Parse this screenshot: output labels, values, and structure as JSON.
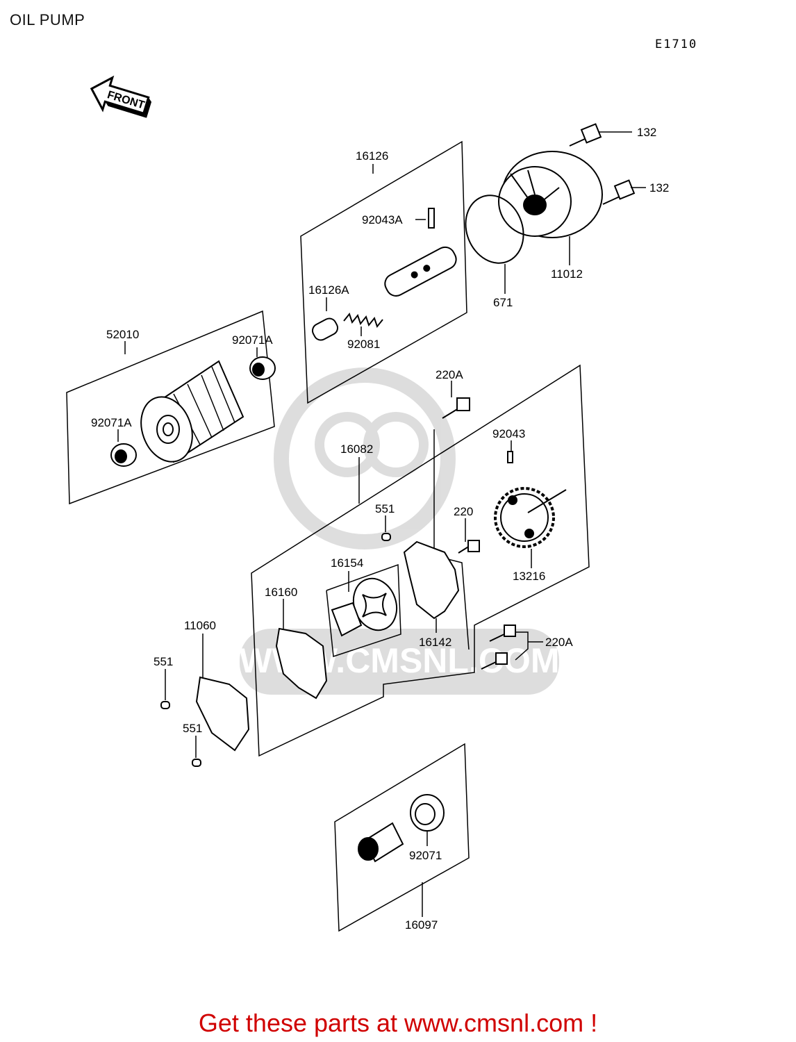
{
  "header": {
    "title": "OIL PUMP",
    "diagram_code": "E1710"
  },
  "front_arrow": {
    "label": "FRONT"
  },
  "watermark": {
    "text": "WWW.CMSNL.COM"
  },
  "parts": [
    {
      "id": "p-132a",
      "number": "132"
    },
    {
      "id": "p-132b",
      "number": "132"
    },
    {
      "id": "p-16126",
      "number": "16126"
    },
    {
      "id": "p-92043A",
      "number": "92043A"
    },
    {
      "id": "p-11012",
      "number": "11012"
    },
    {
      "id": "p-671",
      "number": "671"
    },
    {
      "id": "p-16126A",
      "number": "16126A"
    },
    {
      "id": "p-92081",
      "number": "92081"
    },
    {
      "id": "p-52010",
      "number": "52010"
    },
    {
      "id": "p-92071Aa",
      "number": "92071A"
    },
    {
      "id": "p-92071Ab",
      "number": "92071A"
    },
    {
      "id": "p-220Aa",
      "number": "220A"
    },
    {
      "id": "p-92043",
      "number": "92043"
    },
    {
      "id": "p-16082",
      "number": "16082"
    },
    {
      "id": "p-551a",
      "number": "551"
    },
    {
      "id": "p-220",
      "number": "220"
    },
    {
      "id": "p-16154",
      "number": "16154"
    },
    {
      "id": "p-13216",
      "number": "13216"
    },
    {
      "id": "p-16160",
      "number": "16160"
    },
    {
      "id": "p-16142",
      "number": "16142"
    },
    {
      "id": "p-220Ab",
      "number": "220A"
    },
    {
      "id": "p-11060",
      "number": "11060"
    },
    {
      "id": "p-551b",
      "number": "551"
    },
    {
      "id": "p-551c",
      "number": "551"
    },
    {
      "id": "p-92071",
      "number": "92071"
    },
    {
      "id": "p-16097",
      "number": "16097"
    }
  ],
  "footer": {
    "text": "Get these parts at www.cmsnl.com !",
    "color": "#d00000"
  }
}
